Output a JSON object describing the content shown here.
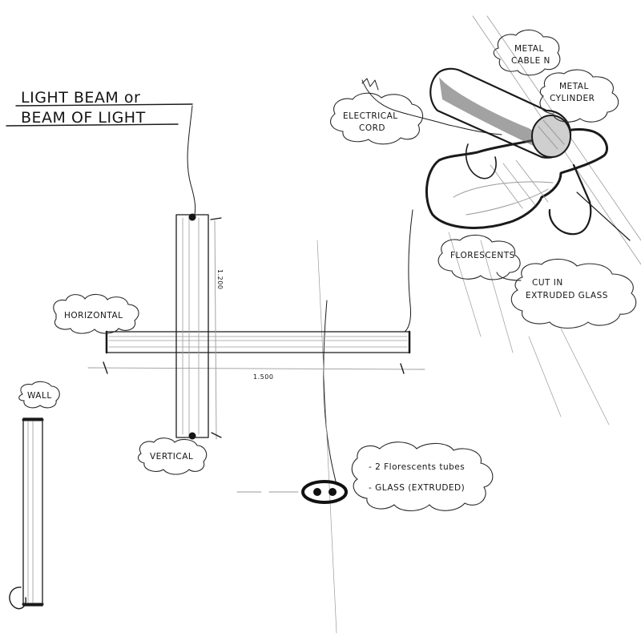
{
  "title": {
    "line1": "LIGHT BEAM or",
    "line2": "BEAM OF LIGHT"
  },
  "labels": {
    "horizontal": "HORIZONTAL",
    "vertical": "VERTICAL",
    "wall": "WALL",
    "electrical_cord": [
      "ELECTRICAL",
      "CORD"
    ],
    "metal_cable": [
      "METAL",
      "CABLE N"
    ],
    "metal_cylinder": [
      "METAL",
      "CYLINDER"
    ],
    "fluorescents": "FLORESCENTS",
    "cut_extruded": [
      "CUT IN",
      "EXTRUDED GLASS"
    ]
  },
  "dimensions": {
    "vertical": "1.200",
    "horizontal": "1.500"
  },
  "notes": [
    "- 2 Florescents tubes",
    "- GLASS (EXTRUDED)"
  ]
}
